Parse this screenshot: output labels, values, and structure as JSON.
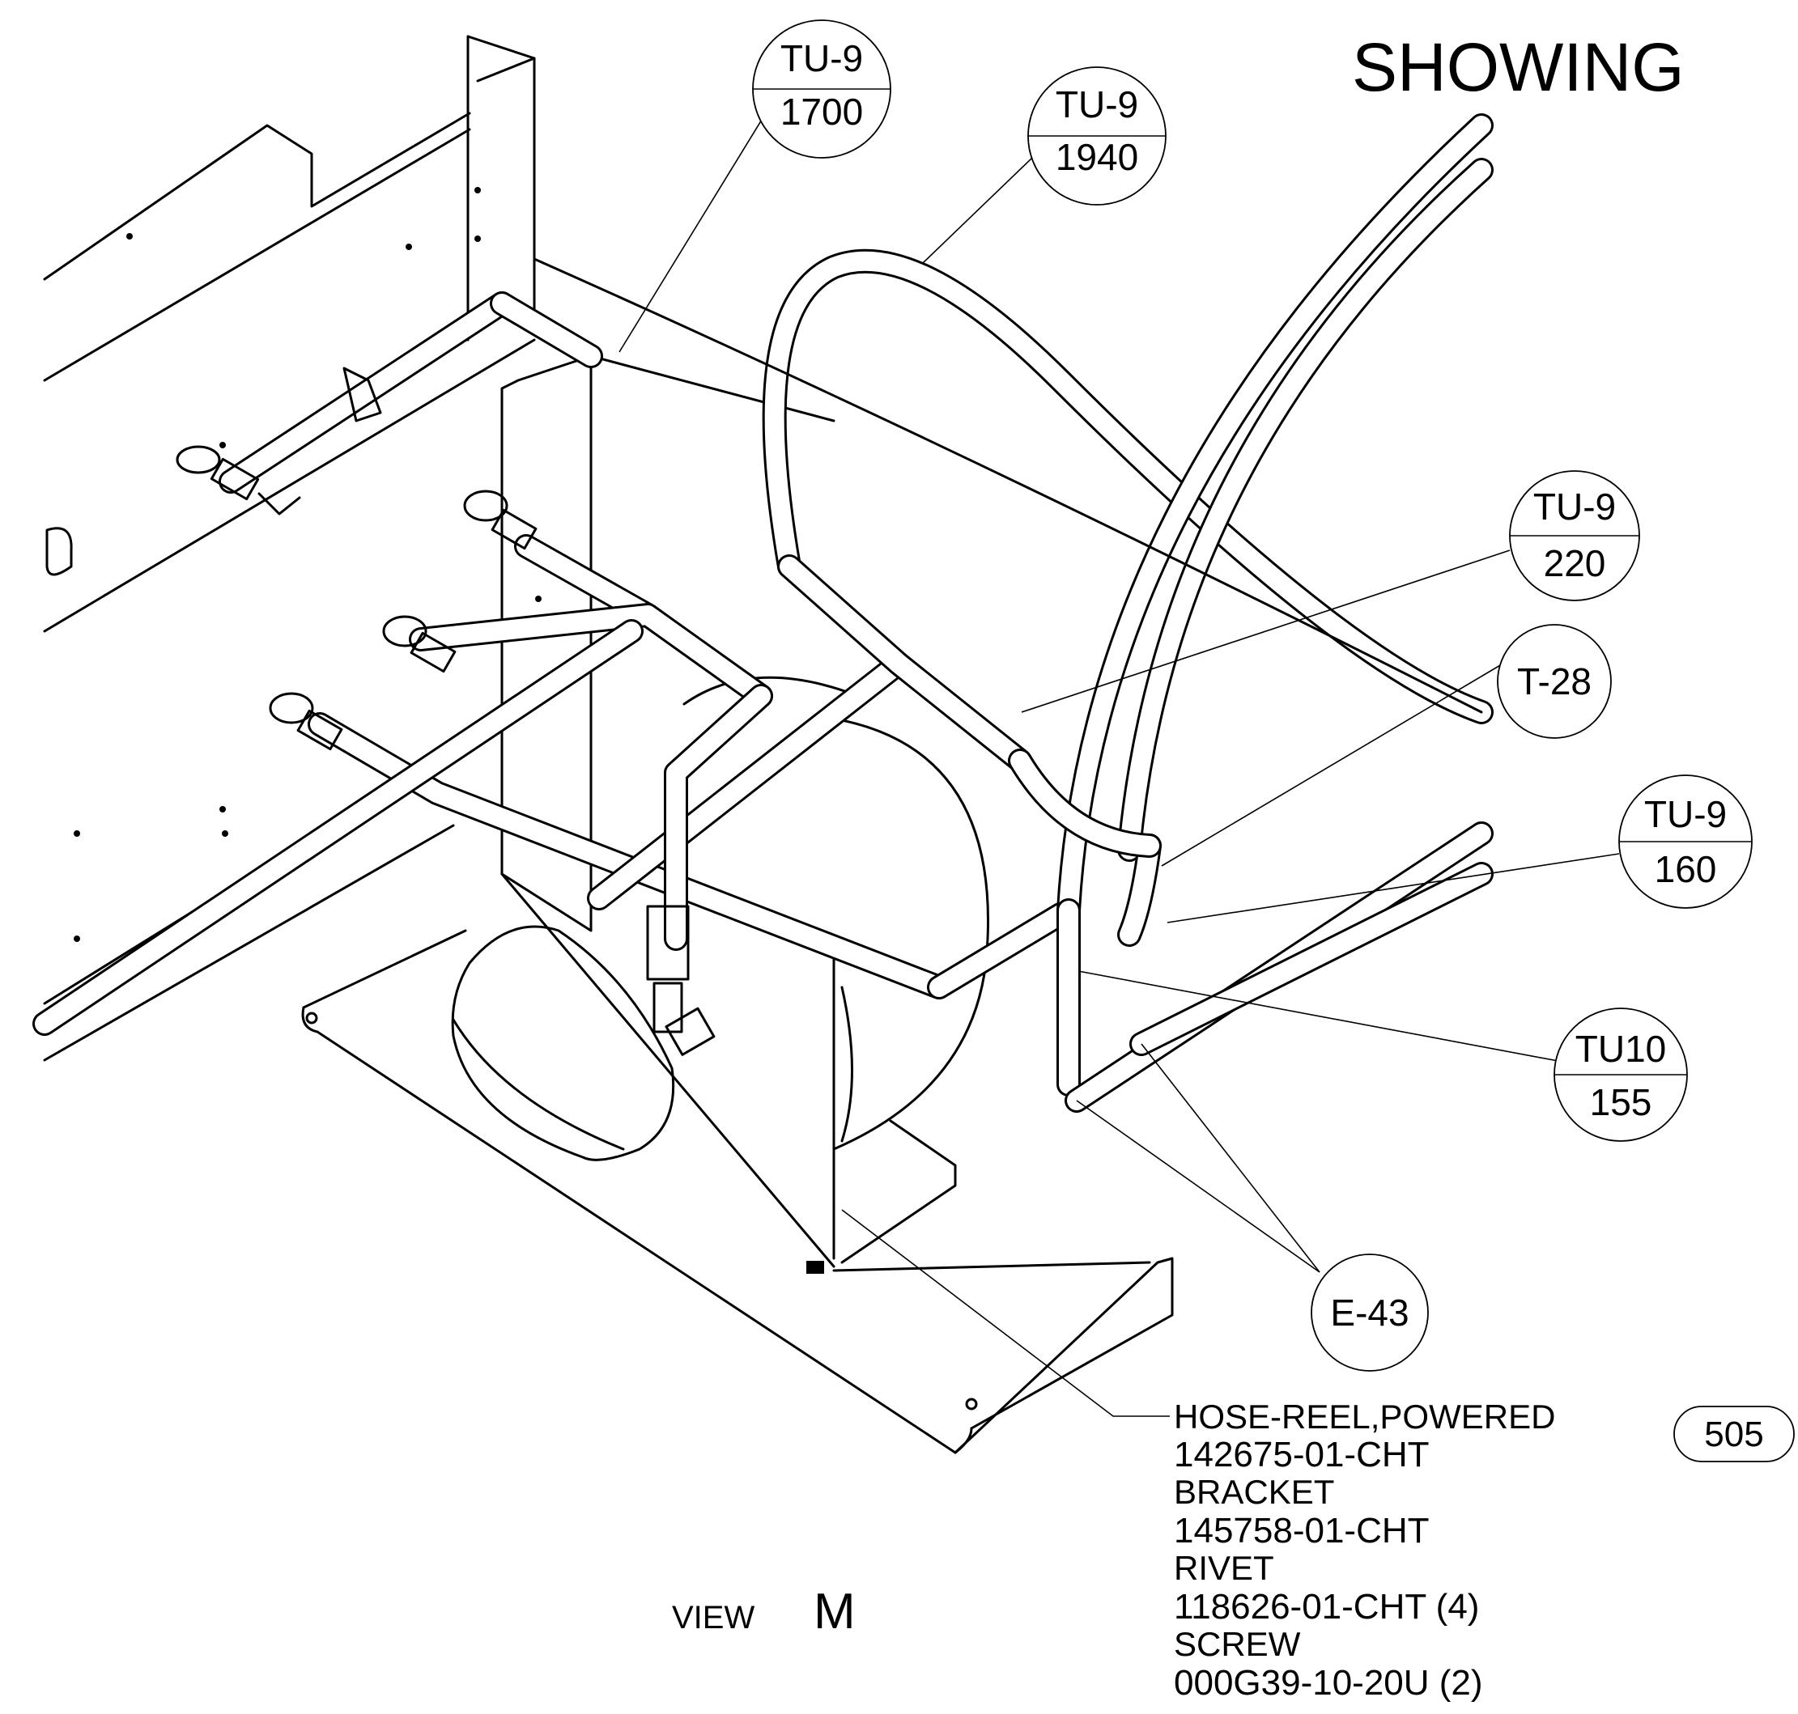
{
  "header": {
    "title": "SHOWING"
  },
  "view_label": {
    "prefix": "VIEW",
    "letter": "M"
  },
  "callouts": [
    {
      "id": "tu9-1700",
      "top": "TU-9",
      "bottom": "1700"
    },
    {
      "id": "tu9-1940",
      "top": "TU-9",
      "bottom": "1940"
    },
    {
      "id": "tu9-220",
      "top": "TU-9",
      "bottom": "220"
    },
    {
      "id": "t28",
      "top": "T-28",
      "bottom": ""
    },
    {
      "id": "tu9-160",
      "top": "TU-9",
      "bottom": "160"
    },
    {
      "id": "tu10-155",
      "top": "TU10",
      "bottom": "155"
    },
    {
      "id": "e43",
      "top": "E-43",
      "bottom": ""
    }
  ],
  "parts_note": {
    "item_number": "505",
    "lines": [
      "HOSE-REEL,POWERED",
      "142675-01-CHT",
      "BRACKET",
      "145758-01-CHT",
      "RIVET",
      "118626-01-CHT (4)",
      "SCREW",
      "000G39-10-20U (2)"
    ]
  }
}
